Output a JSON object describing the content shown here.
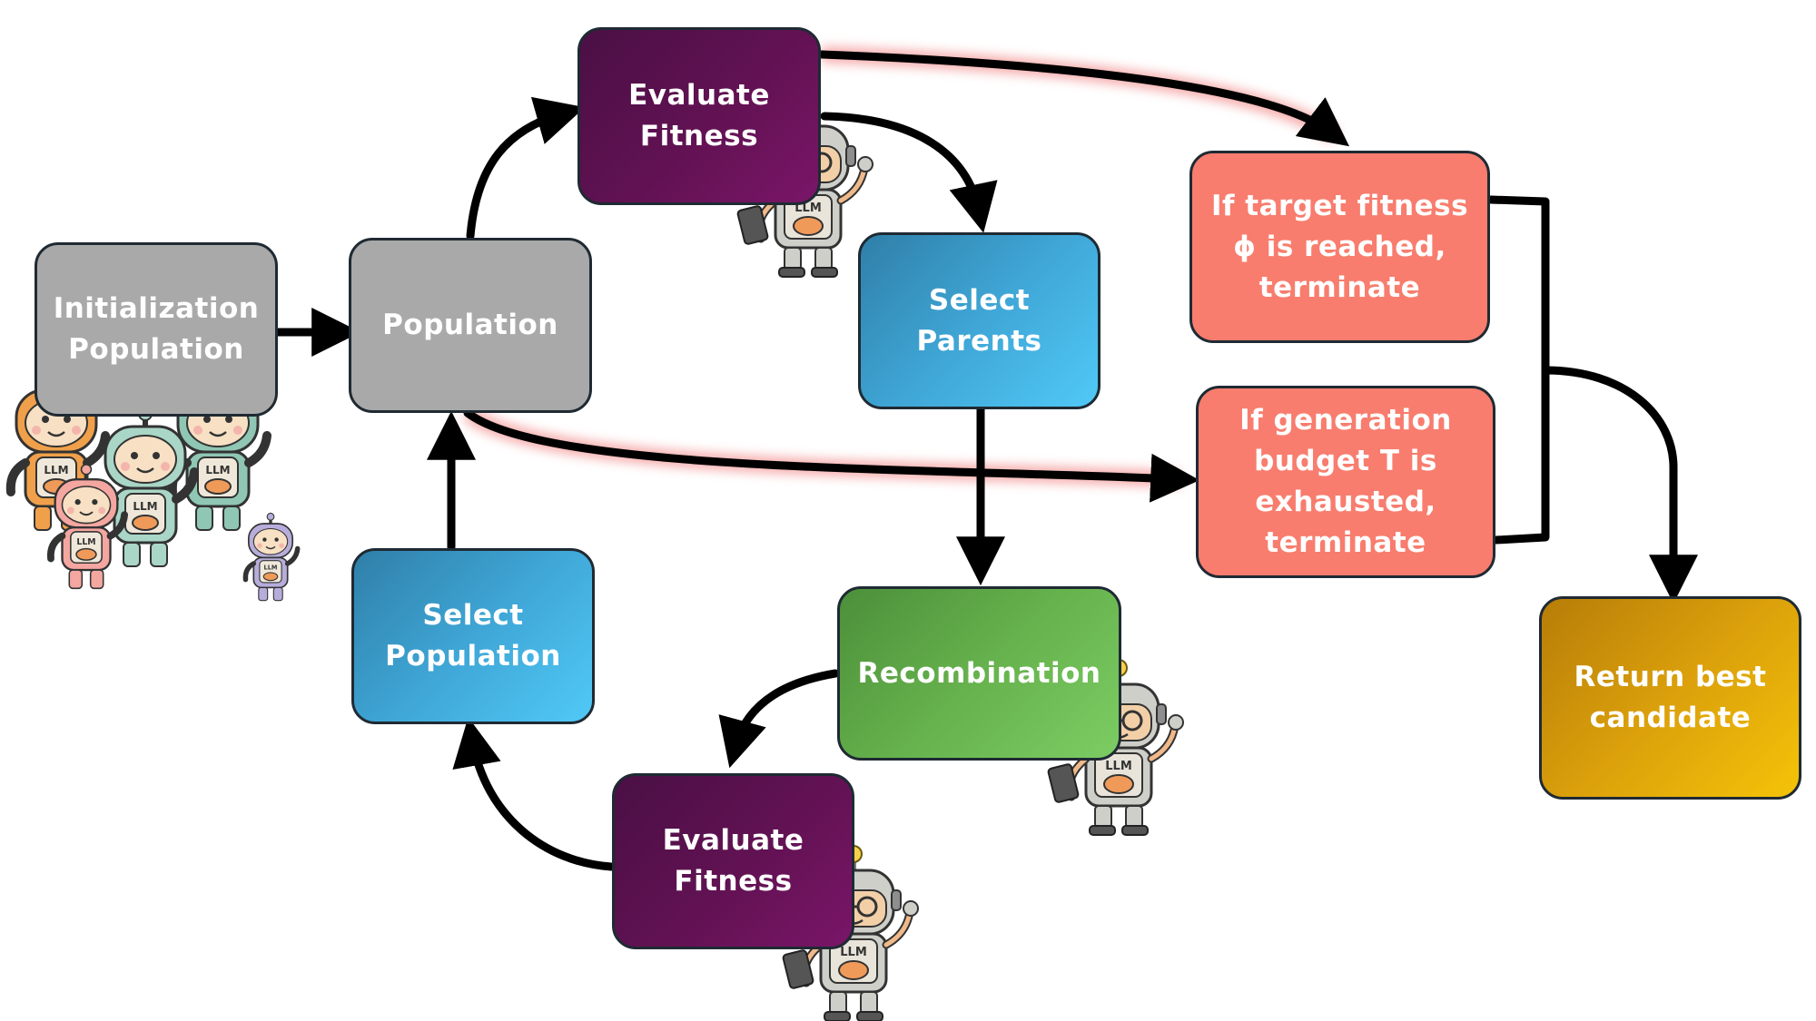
{
  "nodes": {
    "init": {
      "line1": "Initialization",
      "line2": "Population"
    },
    "pop": {
      "line1": "Population"
    },
    "eval_top": {
      "line1": "Evaluate",
      "line2": "Fitness"
    },
    "parents": {
      "line1": "Select",
      "line2": "Parents"
    },
    "recomb": {
      "line1": "Recombination"
    },
    "eval_bot": {
      "line1": "Evaluate",
      "line2": "Fitness"
    },
    "selpop": {
      "line1": "Select",
      "line2": "Population"
    },
    "target": {
      "line1": "If target fitness",
      "line2": "ϕ is reached,",
      "line3": "terminate"
    },
    "budget": {
      "line1": "If generation",
      "line2": "budget T is",
      "line3": "exhausted,",
      "line4": "terminate"
    },
    "ret": {
      "line1": "Return best",
      "line2": "candidate"
    }
  },
  "robot_chest_label": "LLM",
  "colors": {
    "gray": "#a9a9a9",
    "purple": "#621253",
    "blue": "#3fa6d6",
    "green": "#66b24d",
    "salmon": "#f87d6e",
    "gold": "#dba00b",
    "arrow": "#000000",
    "glow": "#f5a3a3"
  }
}
